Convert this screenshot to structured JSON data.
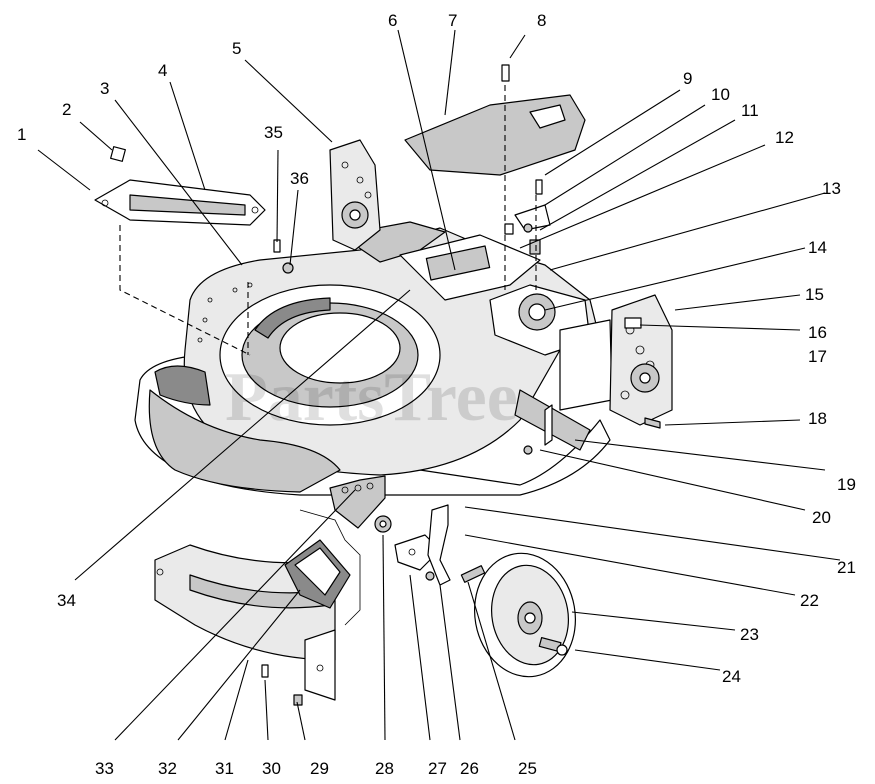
{
  "watermark": "PartsTree",
  "callouts": [
    "1",
    "2",
    "3",
    "4",
    "5",
    "6",
    "7",
    "8",
    "9",
    "10",
    "11",
    "12",
    "13",
    "14",
    "15",
    "16",
    "17",
    "18",
    "19",
    "20",
    "21",
    "22",
    "23",
    "24",
    "25",
    "26",
    "27",
    "28",
    "29",
    "30",
    "31",
    "32",
    "33",
    "34",
    "35",
    "36"
  ]
}
